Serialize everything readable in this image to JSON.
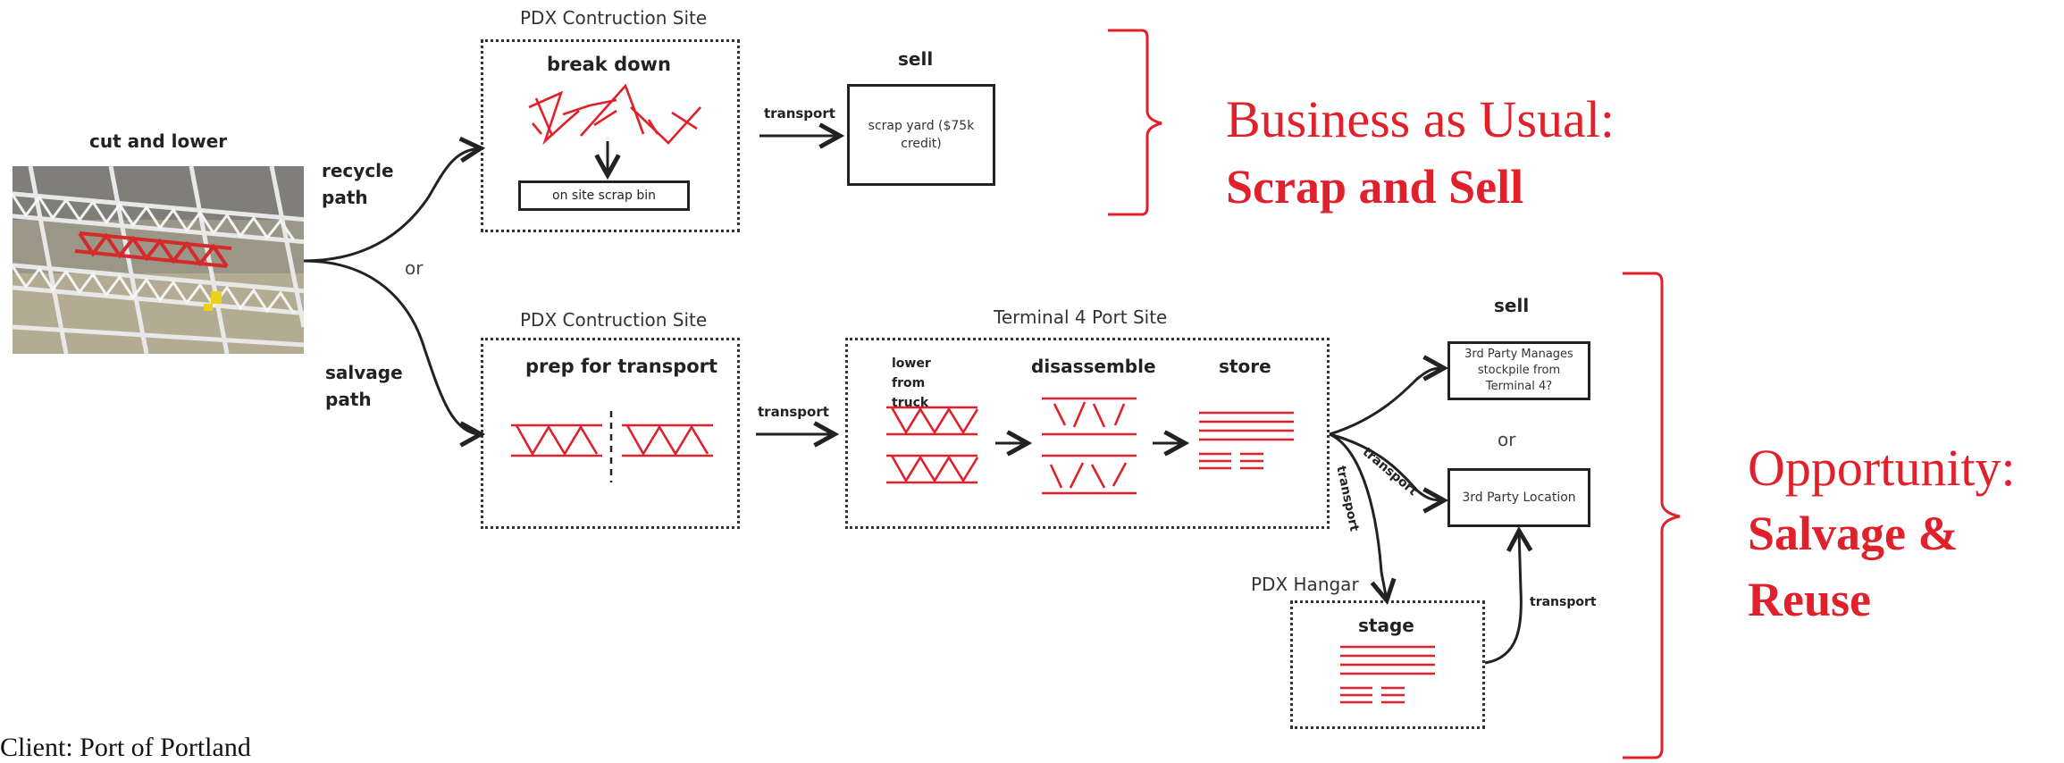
{
  "photo": {
    "label": "cut and lower"
  },
  "paths": {
    "recycle": "recycle\npath",
    "salvage": "salvage\npath",
    "or": "or"
  },
  "recycle": {
    "site_title": "PDX Contruction Site",
    "step": "break down",
    "bin": "on site scrap bin",
    "transport": "transport",
    "sell_title": "sell",
    "sell_box": "scrap yard ($75k credit)"
  },
  "salvage": {
    "site_title": "PDX Contruction Site",
    "step": "prep for transport",
    "transport_1": "transport",
    "terminal_title": "Terminal 4 Port Site",
    "lower": "lower from truck",
    "disassemble": "disassemble",
    "store": "store",
    "sell_title": "sell",
    "third_party_manages": "3rd Party Manages stockpile from Terminal 4?",
    "or": "or",
    "third_party_location": "3rd Party Location",
    "transport_2": "transport",
    "transport_3": "transport",
    "hangar_title": "PDX Hangar",
    "stage": "stage",
    "transport_4": "transport"
  },
  "annotations": {
    "business_line1": "Business as Usual:",
    "business_line2": "Scrap and Sell",
    "opportunity_line1": "Opportunity:",
    "opportunity_line2": "Salvage &",
    "opportunity_line3": "Reuse"
  },
  "footer": {
    "client": "Client: Port of Portland"
  },
  "colors": {
    "accent_red": "#e0202a",
    "truss_red": "#e03a40",
    "line": "#222222"
  }
}
